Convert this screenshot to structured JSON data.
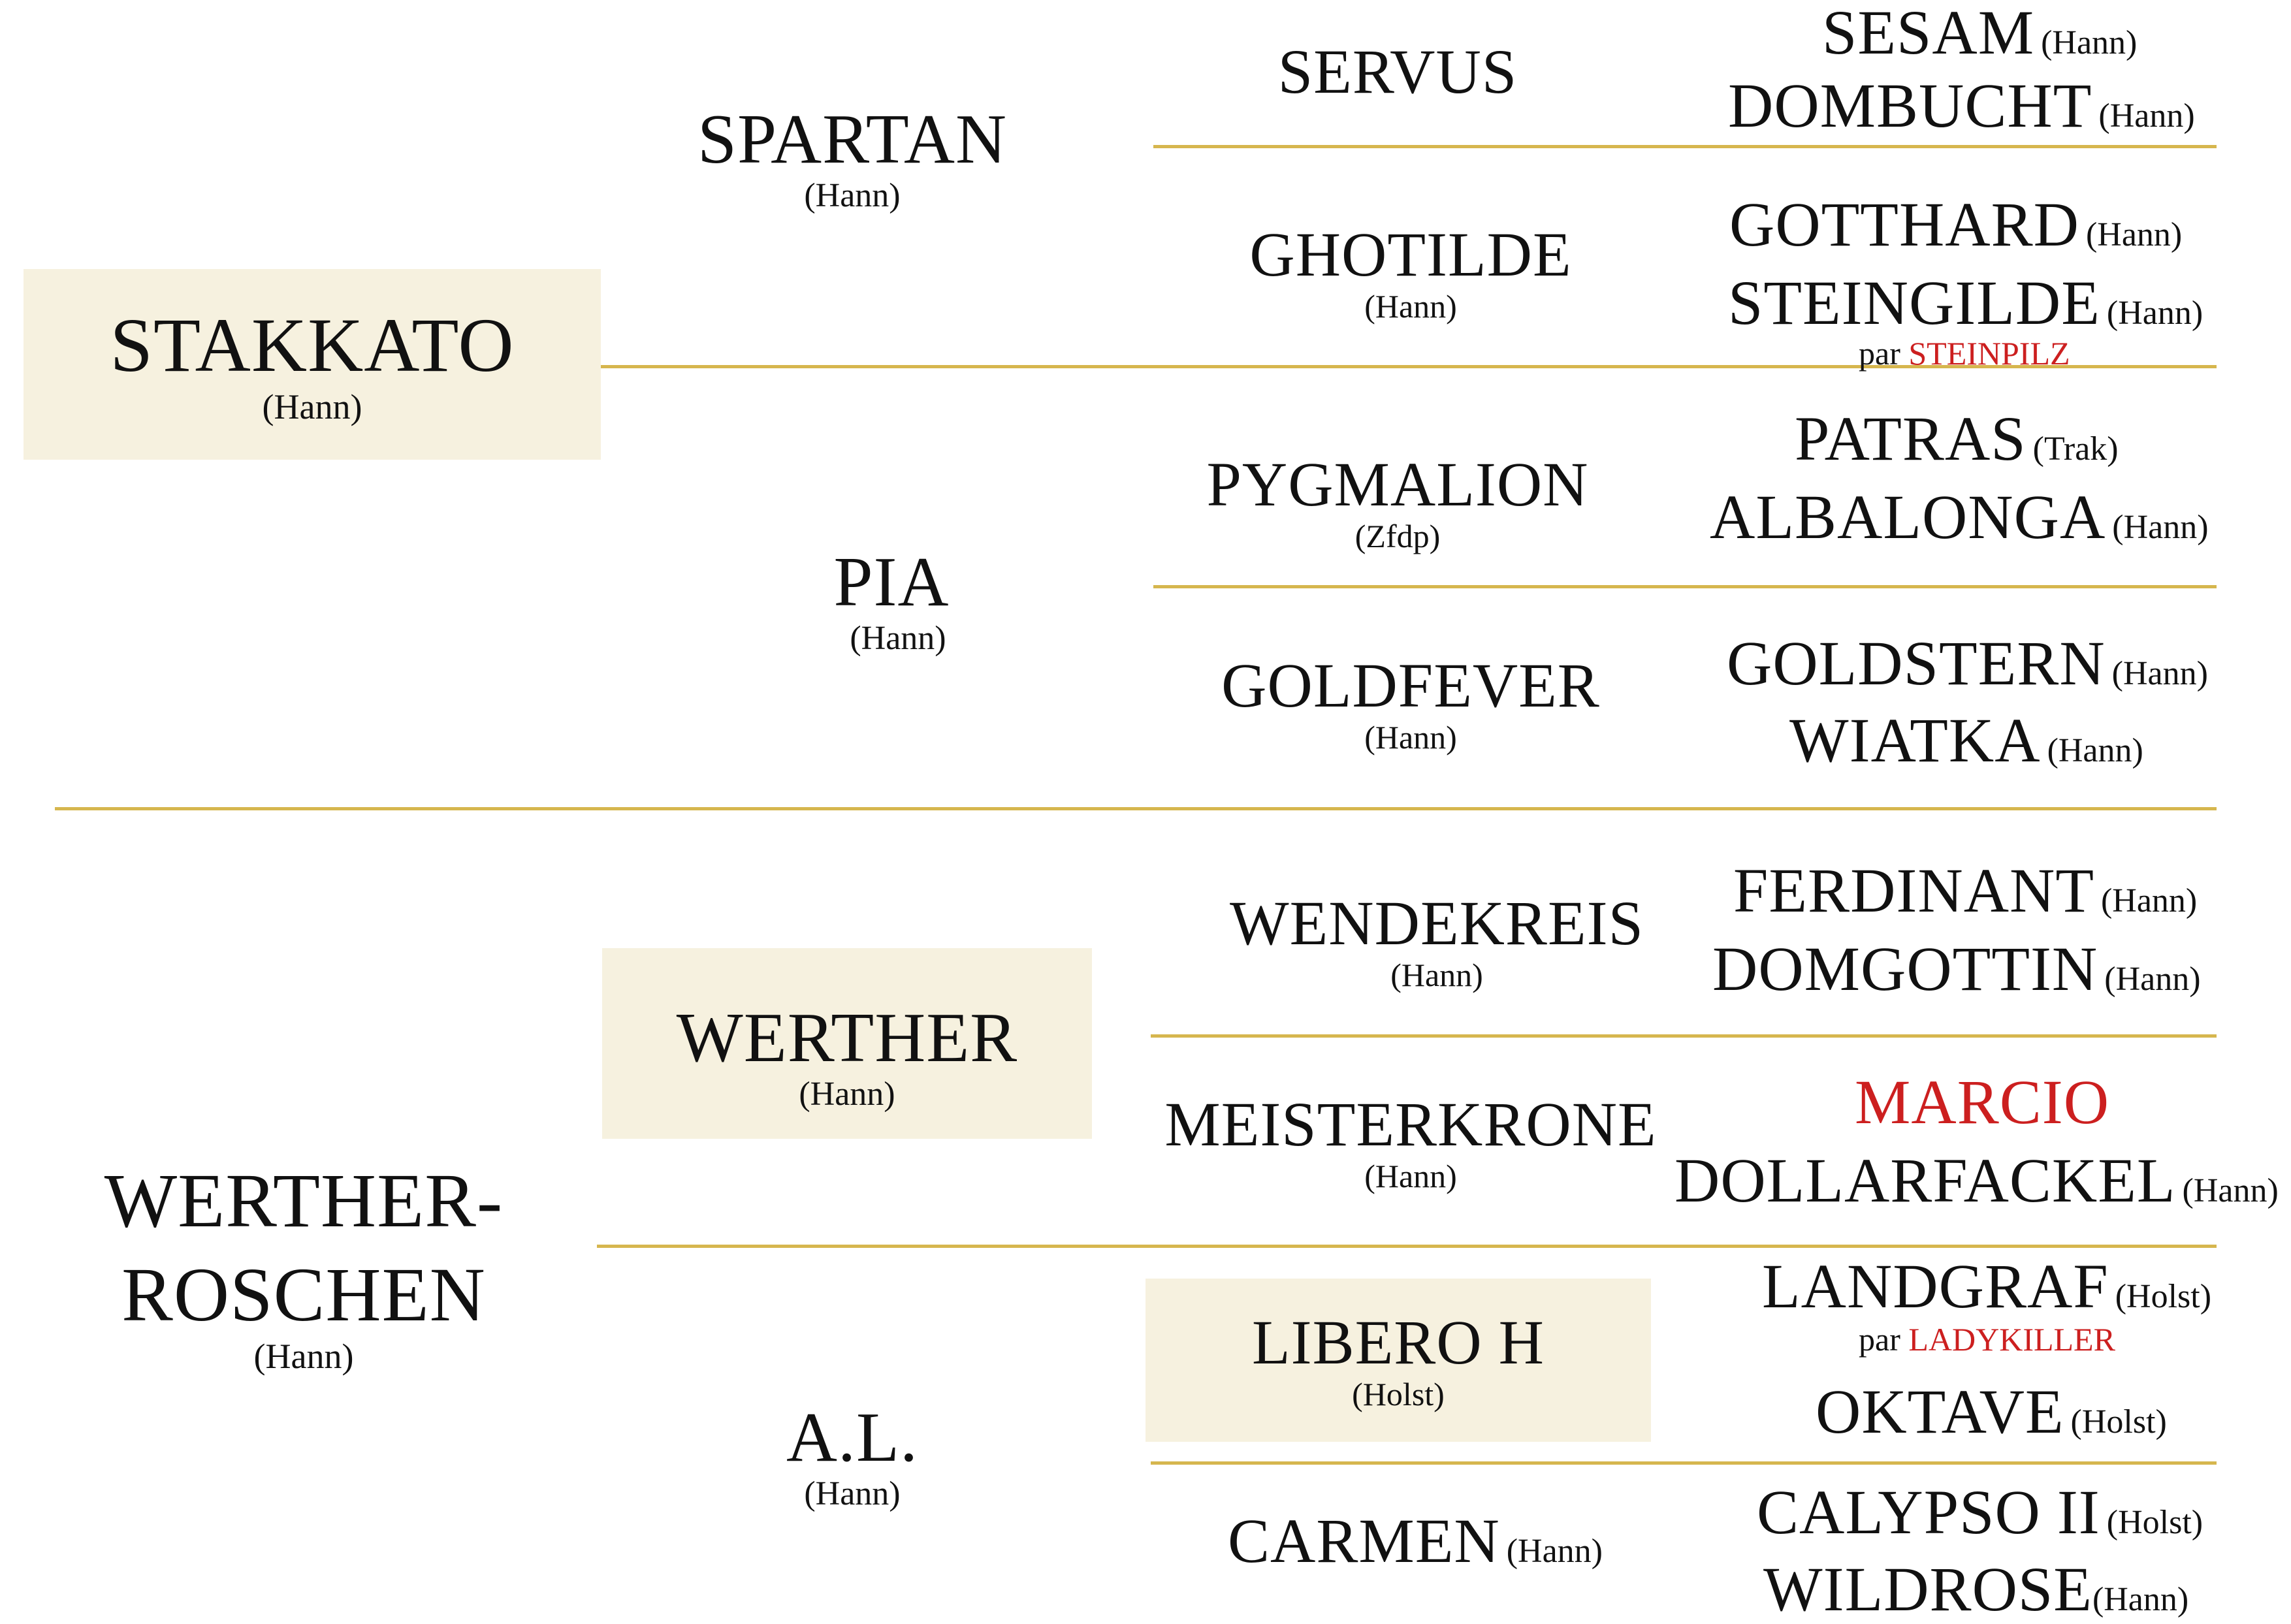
{
  "colors": {
    "line": "#d6b64e",
    "highlight_box": "#f6f1df",
    "text": "#111111",
    "accent_red": "#cc1f1f"
  },
  "horse": {
    "name": "STAKKATO",
    "studbook": "(Hann)"
  },
  "dam": {
    "name_line1": "WERTHER-",
    "name_line2": "ROSCHEN",
    "studbook": "(Hann)"
  },
  "grandparents": {
    "sire_sire": {
      "name": "SPARTAN",
      "studbook": "(Hann)"
    },
    "sire_dam": {
      "name": "PIA",
      "studbook": "(Hann)"
    },
    "dam_sire": {
      "name": "WERTHER",
      "studbook": "(Hann)"
    },
    "dam_dam": {
      "name": "A.L.",
      "studbook": "(Hann)"
    }
  },
  "great_grandparents": {
    "servus": {
      "name": "SERVUS"
    },
    "ghotilde": {
      "name": "GHOTILDE",
      "studbook": "(Hann)"
    },
    "pygmalion": {
      "name": "PYGMALION",
      "studbook": "(Zfdp)"
    },
    "goldfever": {
      "name": "GOLDFEVER",
      "studbook": "(Hann)"
    },
    "wendekreis": {
      "name": "WENDEKREIS",
      "studbook": "(Hann)"
    },
    "meisterkrone": {
      "name": "MEISTERKRONE",
      "studbook": "(Hann)"
    },
    "libero_h": {
      "name": "LIBERO H",
      "studbook": "(Holst)"
    },
    "carmen": {
      "name": "CARMEN",
      "studbook": "(Hann)"
    }
  },
  "g4": {
    "sesam": {
      "name": "SESAM",
      "studbook": "(Hann)"
    },
    "dombucht": {
      "name": "DOMBUCHT",
      "studbook": "(Hann)"
    },
    "gotthard": {
      "name": "GOTTHARD",
      "studbook": "(Hann)"
    },
    "steingilde": {
      "name": "STEINGILDE",
      "studbook": "(Hann)"
    },
    "steingilde_par": {
      "prefix": "par",
      "name": "STEINPILZ"
    },
    "patras": {
      "name": "PATRAS",
      "studbook": "(Trak)"
    },
    "albalonga": {
      "name": "ALBALONGA",
      "studbook": "(Hann)"
    },
    "goldstern": {
      "name": "GOLDSTERN",
      "studbook": "(Hann)"
    },
    "wiatka": {
      "name": "WIATKA",
      "studbook": "(Hann)"
    },
    "ferdinant": {
      "name": "FERDINANT",
      "studbook": "(Hann)"
    },
    "domgottin": {
      "name": "DOMGOTTIN",
      "studbook": "(Hann)"
    },
    "marcio": {
      "name": "MARCIO"
    },
    "dollarfackel": {
      "name": "DOLLARFACKEL",
      "studbook": "(Hann)"
    },
    "landgraf": {
      "name": "LANDGRAF",
      "studbook": "(Holst)"
    },
    "landgraf_par": {
      "prefix": "par",
      "name": "LADYKILLER"
    },
    "oktave": {
      "name": "OKTAVE",
      "studbook": "(Holst)"
    },
    "calypso": {
      "name": "CALYPSO II",
      "studbook": "(Holst)"
    },
    "wildrose": {
      "name": "WILDROSE",
      "studbook": "(Hann)"
    }
  }
}
